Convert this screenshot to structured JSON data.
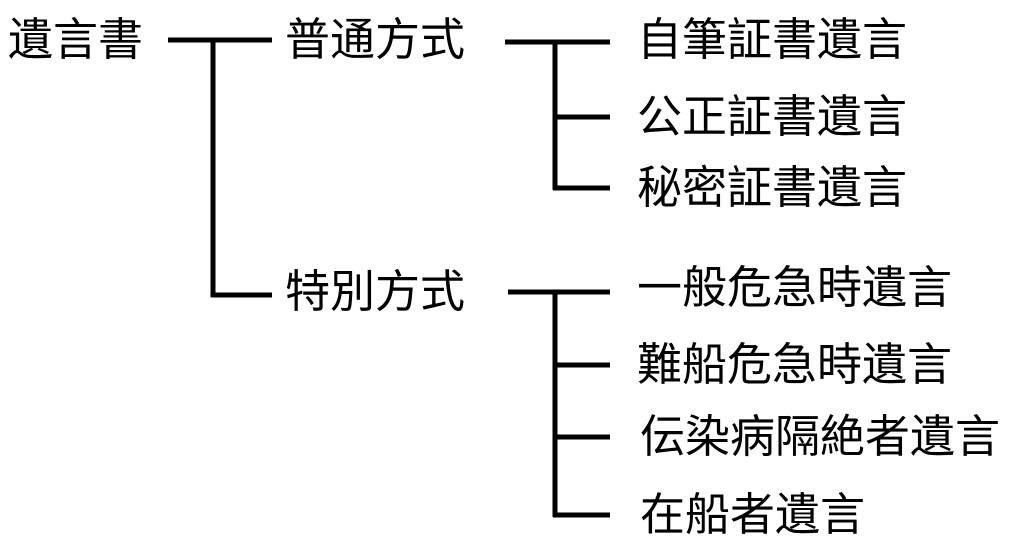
{
  "root": {
    "label": "遺言書"
  },
  "categories": [
    {
      "label": "普通方式",
      "children": [
        "自筆証書遺言",
        "公正証書遺言",
        "秘密証書遺言"
      ]
    },
    {
      "label": "特別方式",
      "children": [
        "一般危急時遺言",
        "難船危急時遺言",
        "伝染病隔絶者遺言",
        "在船者遺言"
      ]
    }
  ]
}
